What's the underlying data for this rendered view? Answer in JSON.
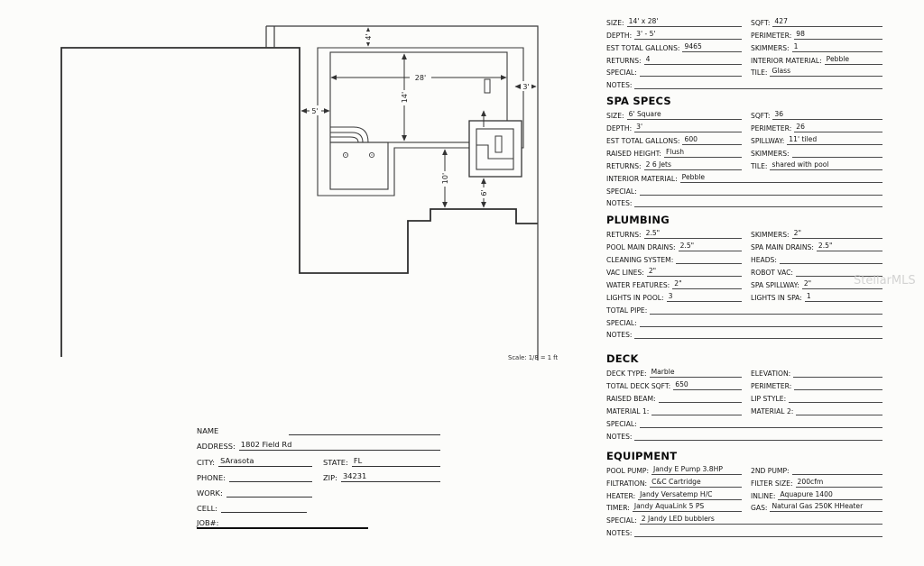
{
  "watermark": "StellarMLS",
  "drawing": {
    "scale_note": "Scale: 1/8 = 1 ft",
    "dimensions": {
      "deck_top": "4'",
      "pool_length": "28'",
      "pool_width": "14'",
      "house_setback": "5'",
      "right_setback": "3'",
      "deck_below_pool": "10'",
      "deck_below_spa": "6'"
    }
  },
  "spec_sections": [
    {
      "id": "pool",
      "title": "",
      "rows": [
        [
          {
            "label": "SIZE:",
            "value": "14' x 28'"
          },
          {
            "label": "SQFT:",
            "value": "427"
          }
        ],
        [
          {
            "label": "DEPTH:",
            "value": "3' - 5'"
          },
          {
            "label": "PERIMETER:",
            "value": "98"
          }
        ],
        [
          {
            "label": "EST TOTAL GALLONS:",
            "value": "9465"
          },
          {
            "label": "SKIMMERS:",
            "value": "1"
          }
        ],
        [
          {
            "label": "RETURNS:",
            "value": "4"
          },
          {
            "label": "INTERIOR MATERIAL:",
            "value": "Pebble"
          }
        ],
        [
          {
            "label": "SPECIAL:",
            "value": ""
          },
          {
            "label": "TILE:",
            "value": "Glass"
          }
        ],
        [
          {
            "label": "NOTES:",
            "value": ""
          }
        ]
      ]
    },
    {
      "id": "spa",
      "title": "SPA SPECS",
      "rows": [
        [
          {
            "label": "SIZE:",
            "value": "6' Square"
          },
          {
            "label": "SQFT:",
            "value": "36"
          }
        ],
        [
          {
            "label": "DEPTH:",
            "value": "3'"
          },
          {
            "label": "PERIMETER:",
            "value": "26"
          }
        ],
        [
          {
            "label": "EST TOTAL GALLONS:",
            "value": "600"
          },
          {
            "label": "SPILLWAY:",
            "value": "11' tiled"
          }
        ],
        [
          {
            "label": "RAISED HEIGHT:",
            "value": "Flush"
          },
          {
            "label": "SKIMMERS:",
            "value": ""
          }
        ],
        [
          {
            "label": "RETURNS:",
            "value": "2 6 Jets"
          },
          {
            "label": "TILE:",
            "value": "shared with pool"
          }
        ],
        [
          {
            "label": "INTERIOR MATERIAL:",
            "value": "Pebble"
          }
        ],
        [
          {
            "label": "SPECIAL:",
            "value": ""
          }
        ],
        [
          {
            "label": "NOTES:",
            "value": ""
          }
        ]
      ]
    },
    {
      "id": "plumbing",
      "title": "PLUMBING",
      "rows": [
        [
          {
            "label": "RETURNS:",
            "value": "2.5\""
          },
          {
            "label": "SKIMMERS:",
            "value": "2\""
          }
        ],
        [
          {
            "label": "POOL MAIN DRAINS:",
            "value": "2.5\""
          },
          {
            "label": "SPA MAIN DRAINS:",
            "value": "2.5\""
          }
        ],
        [
          {
            "label": "CLEANING SYSTEM:",
            "value": ""
          },
          {
            "label": "HEADS:",
            "value": ""
          }
        ],
        [
          {
            "label": "VAC LINES:",
            "value": "2\""
          },
          {
            "label": "ROBOT VAC:",
            "value": ""
          }
        ],
        [
          {
            "label": "WATER FEATURES:",
            "value": "2\""
          },
          {
            "label": "SPA SPILLWAY:",
            "value": "2\""
          }
        ],
        [
          {
            "label": "LIGHTS IN POOL:",
            "value": "3"
          },
          {
            "label": "LIGHTS IN SPA:",
            "value": "1"
          }
        ],
        [
          {
            "label": "TOTAL PIPE:",
            "value": ""
          }
        ],
        [
          {
            "label": "SPECIAL:",
            "value": ""
          }
        ],
        [
          {
            "label": "NOTES:",
            "value": ""
          }
        ]
      ]
    },
    {
      "id": "deck",
      "title": "DECK",
      "rows": [
        [
          {
            "label": "DECK TYPE:",
            "value": "Marble"
          },
          {
            "label": "ELEVATION:",
            "value": ""
          }
        ],
        [
          {
            "label": "TOTAL DECK SQFT:",
            "value": "650"
          },
          {
            "label": "PERIMETER:",
            "value": ""
          }
        ],
        [
          {
            "label": "RAISED BEAM:",
            "value": ""
          },
          {
            "label": "LIP STYLE:",
            "value": ""
          }
        ],
        [
          {
            "label": "MATERIAL 1:",
            "value": ""
          },
          {
            "label": "MATERIAL 2:",
            "value": ""
          }
        ],
        [
          {
            "label": "SPECIAL:",
            "value": ""
          }
        ],
        [
          {
            "label": "NOTES:",
            "value": ""
          }
        ]
      ]
    },
    {
      "id": "equipment",
      "title": "EQUIPMENT",
      "rows": [
        [
          {
            "label": "POOL PUMP:",
            "value": "Jandy E Pump 3.8HP"
          },
          {
            "label": "2ND PUMP:",
            "value": ""
          }
        ],
        [
          {
            "label": "FILTRATION:",
            "value": "C&C Cartridge"
          },
          {
            "label": "FILTER SIZE:",
            "value": "200cfm"
          }
        ],
        [
          {
            "label": "HEATER:",
            "value": "Jandy Versatemp H/C"
          },
          {
            "label": "INLINE:",
            "value": "Aquapure 1400"
          }
        ],
        [
          {
            "label": "TIMER:",
            "value": "Jandy AquaLink 5 PS"
          },
          {
            "label": "GAS:",
            "value": "Natural Gas 250K HHeater"
          }
        ],
        [
          {
            "label": "SPECIAL:",
            "value": "2 Jandy LED bubblers"
          }
        ],
        [
          {
            "label": "NOTES:",
            "value": ""
          }
        ]
      ]
    }
  ],
  "contact": {
    "name_label": "NAME",
    "address_label": "ADDRESS:",
    "address_value": "1802 Field Rd",
    "city_label": "CITY:",
    "city_value": "SArasota",
    "state_label": "STATE:",
    "state_value": "FL",
    "phone_label": "PHONE:",
    "phone_value": "",
    "zip_label": "ZIP:",
    "zip_value": "34231",
    "work_label": "WORK:",
    "work_value": "",
    "cell_label": "CELL:",
    "cell_value": "",
    "job_label": "JOB#:",
    "job_value": ""
  }
}
